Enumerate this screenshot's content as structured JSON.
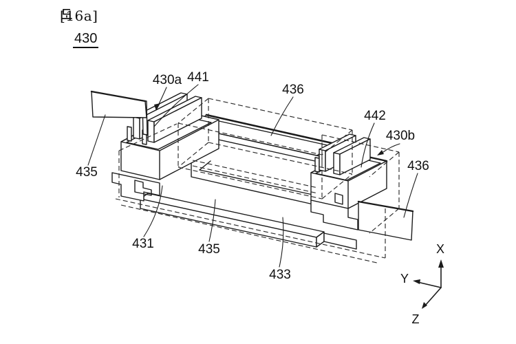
{
  "figure": {
    "doc_label_prefix": "[",
    "doc_label_hangul": "도",
    "doc_label_suffix": "16a]",
    "doc_label_full": "[도16a]",
    "figure_number": "430"
  },
  "diagram": {
    "background": "#ffffff",
    "line_color": "#1b1b1b",
    "labels": [
      {
        "id": "430a",
        "text": "430a"
      },
      {
        "id": "441",
        "text": "441"
      },
      {
        "id": "436-center",
        "text": "436"
      },
      {
        "id": "442",
        "text": "442"
      },
      {
        "id": "430b",
        "text": "430b"
      },
      {
        "id": "436-right",
        "text": "436"
      },
      {
        "id": "435-left",
        "text": "435"
      },
      {
        "id": "431",
        "text": "431"
      },
      {
        "id": "435-bottom",
        "text": "435"
      },
      {
        "id": "433",
        "text": "433"
      }
    ],
    "axes": {
      "x": "X",
      "y": "Y",
      "z": "Z"
    }
  }
}
